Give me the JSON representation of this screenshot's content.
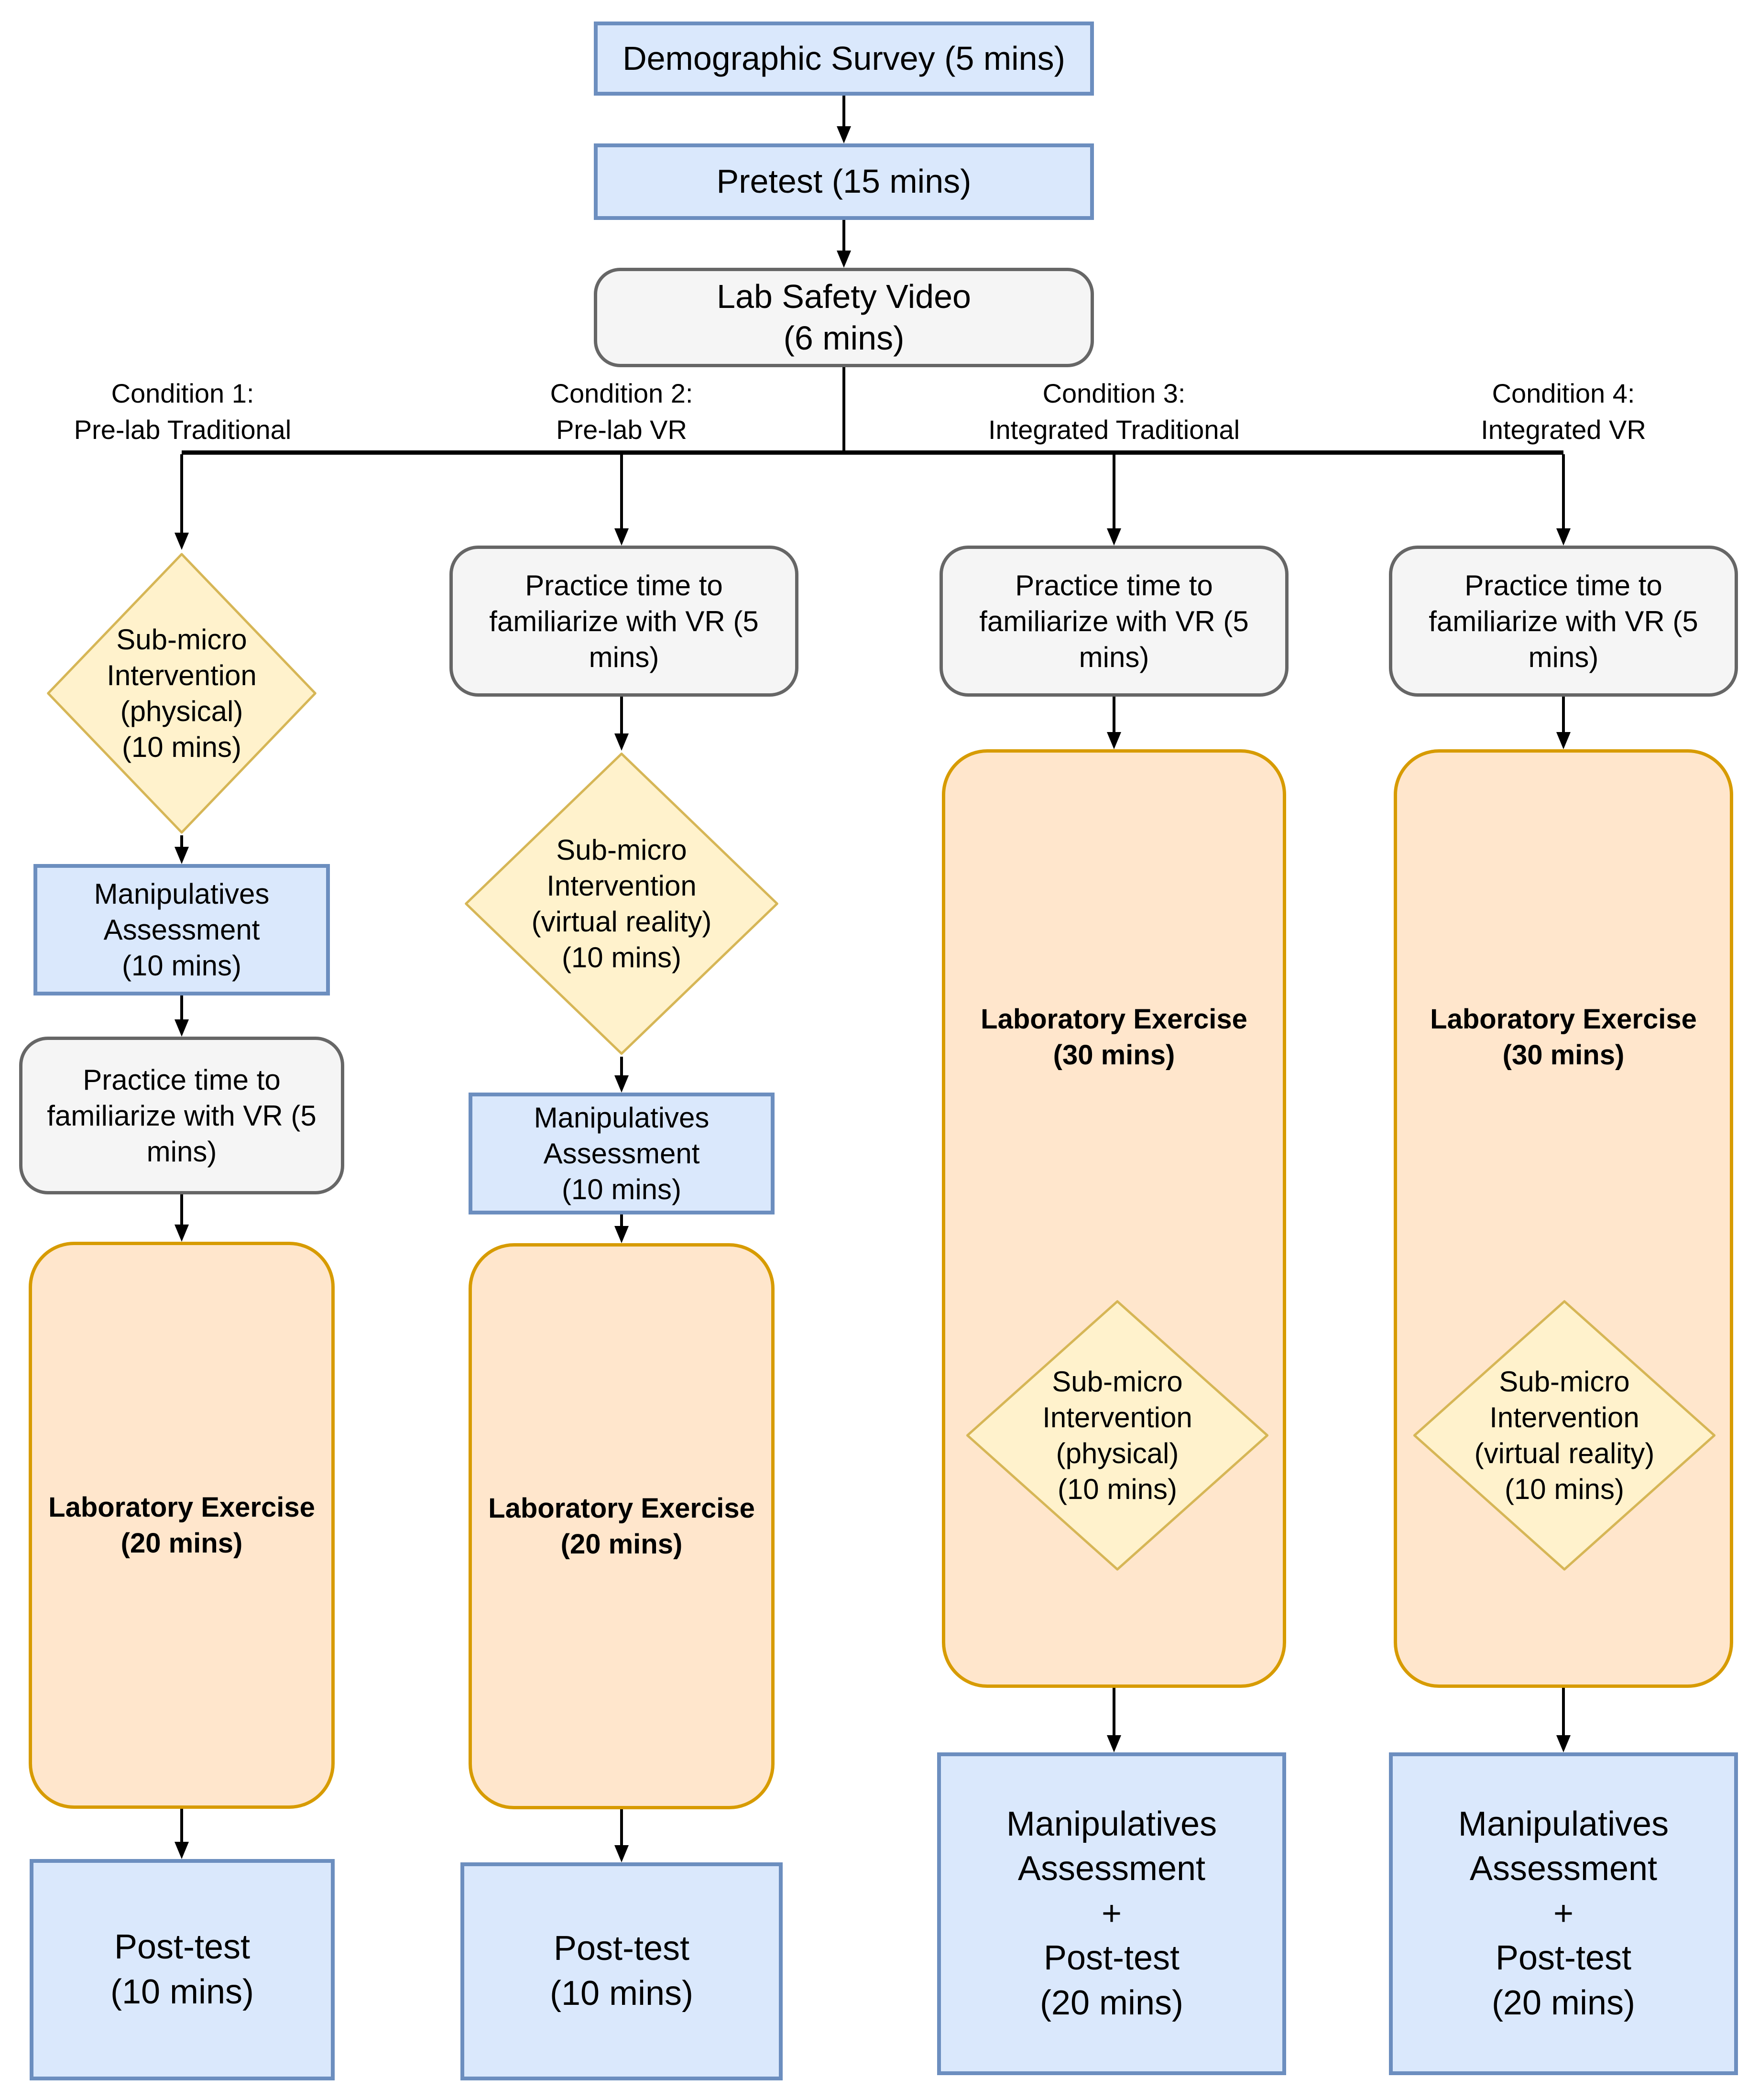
{
  "flow": {
    "demographic_survey": "Demographic Survey (5 mins)",
    "pretest": "Pretest (15 mins)",
    "lab_safety_video": "Lab Safety Video\n(6 mins)"
  },
  "conditions": [
    {
      "label": "Condition 1:\nPre-lab Traditional",
      "steps": {
        "submicro": "Sub-micro\nIntervention\n(physical)\n(10 mins)",
        "manipulatives": "Manipulatives\nAssessment\n(10 mins)",
        "practice": "Practice time to\nfamiliarize with VR (5\nmins)",
        "lab": "Laboratory Exercise\n(20 mins)",
        "post": "Post-test\n(10 mins)"
      }
    },
    {
      "label": "Condition 2:\nPre-lab VR",
      "steps": {
        "practice": "Practice time to\nfamiliarize with VR (5\nmins)",
        "submicro": "Sub-micro\nIntervention\n(virtual reality)\n(10 mins)",
        "manipulatives": "Manipulatives\nAssessment\n(10 mins)",
        "lab": "Laboratory Exercise\n(20 mins)",
        "post": "Post-test\n(10 mins)"
      }
    },
    {
      "label": "Condition 3:\nIntegrated Traditional",
      "steps": {
        "practice": "Practice time to\nfamiliarize with VR (5\nmins)",
        "lab": "Laboratory Exercise\n(30 mins)",
        "submicro": "Sub-micro\nIntervention\n(physical)\n(10 mins)",
        "assessment_post": "Manipulatives\nAssessment\n+\nPost-test\n(20 mins)"
      }
    },
    {
      "label": "Condition 4:\nIntegrated VR",
      "steps": {
        "practice": "Practice time to\nfamiliarize with VR (5\nmins)",
        "lab": "Laboratory Exercise\n(30 mins)",
        "submicro": "Sub-micro\nIntervention\n(virtual reality)\n(10 mins)",
        "assessment_post": "Manipulatives\nAssessment\n+\nPost-test\n(20 mins)"
      }
    }
  ],
  "colors": {
    "blue_fill": "#dae8fc",
    "blue_stroke": "#6c8ebf",
    "gray_fill": "#f5f5f5",
    "gray_stroke": "#666666",
    "orange_fill": "#ffe6cc",
    "orange_stroke": "#d79b00",
    "yellow_fill": "#fff2cc",
    "yellow_stroke": "#d6b656",
    "arrow_color": "#000000",
    "text_color": "#000000"
  }
}
